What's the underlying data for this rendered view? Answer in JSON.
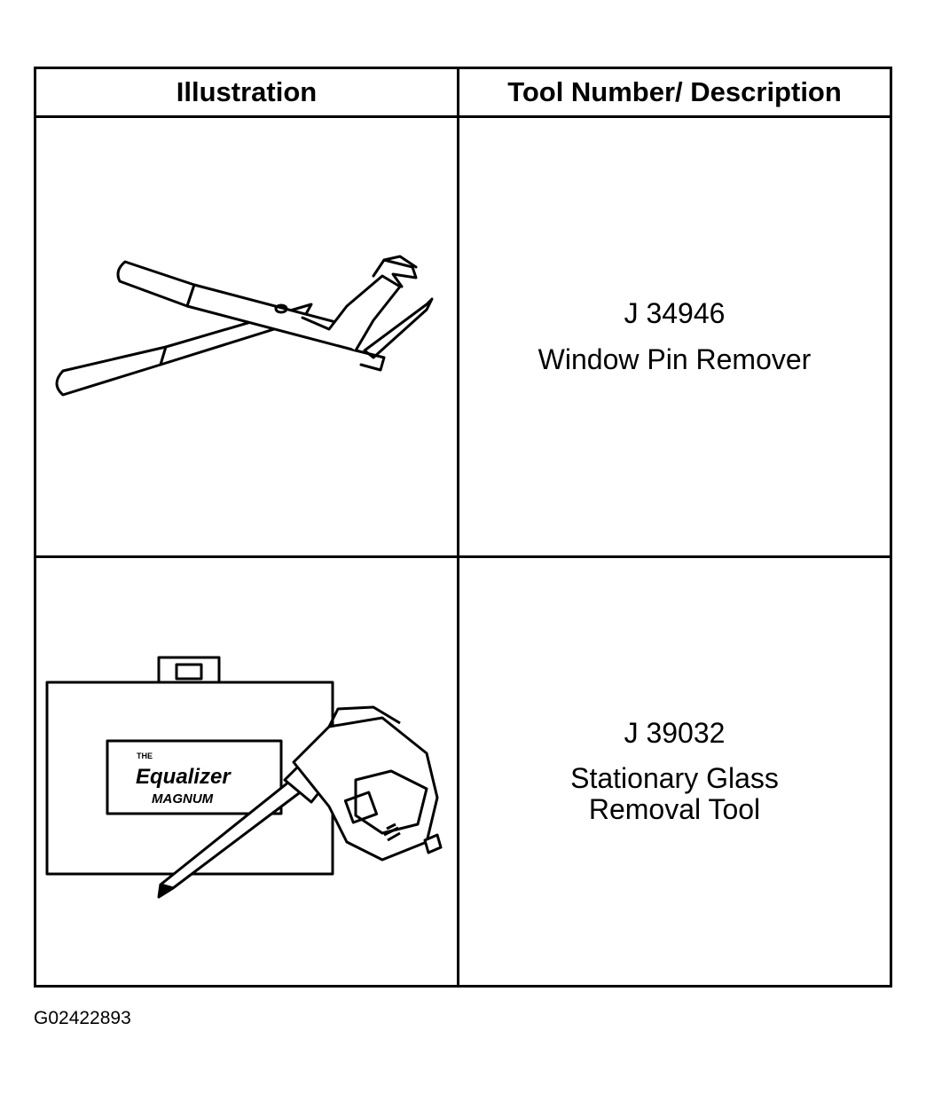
{
  "table": {
    "headers": {
      "illustration": "Illustration",
      "tool": "Tool Number/ Description"
    },
    "rows": [
      {
        "illustration_icon": "window-pin-remover-drawing",
        "tool_number": "J 34946",
        "description_lines": [
          "Window Pin Remover"
        ]
      },
      {
        "illustration_icon": "glass-removal-tool-drawing",
        "case_label": {
          "prefix": "THE",
          "brand": "Equalizer",
          "model": "MAGNUM"
        },
        "tool_number": "J 39032",
        "description_lines": [
          "Stationary Glass",
          "Removal Tool"
        ]
      }
    ]
  },
  "figure_id": "G02422893"
}
